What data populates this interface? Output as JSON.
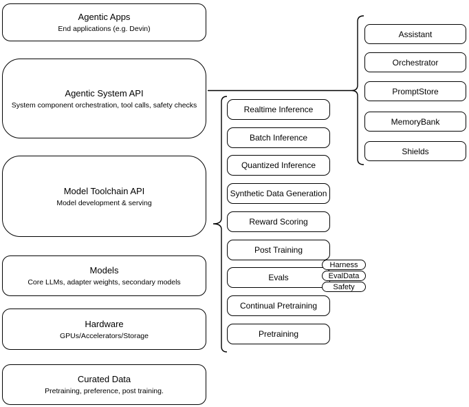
{
  "diagram": {
    "colors": {
      "stroke": "#000000",
      "fill": "#ffffff"
    },
    "left_stack": [
      {
        "title": "Agentic Apps",
        "subtitle": "End applications (e.g. Devin)"
      },
      {
        "title": "Agentic System API",
        "subtitle": "System component orchestration, tool calls, safety checks"
      },
      {
        "title": "Model Toolchain API",
        "subtitle": "Model development & serving"
      },
      {
        "title": "Models",
        "subtitle": "Core LLMs, adapter weights, secondary models"
      },
      {
        "title": "Hardware",
        "subtitle": "GPUs/Accelerators/Storage"
      },
      {
        "title": "Curated Data",
        "subtitle": "Pretraining, preference, post training."
      }
    ],
    "toolchain_components": [
      "Realtime Inference",
      "Batch Inference",
      "Quantized Inference",
      "Synthetic Data Generation",
      "Reward Scoring",
      "Post Training",
      "Evals",
      "Continual Pretraining",
      "Pretraining"
    ],
    "evals_tags": [
      "Harness",
      "EvalData",
      "Safety"
    ],
    "system_components": [
      "Assistant",
      "Orchestrator",
      "PromptStore",
      "MemoryBank",
      "Shields"
    ]
  }
}
